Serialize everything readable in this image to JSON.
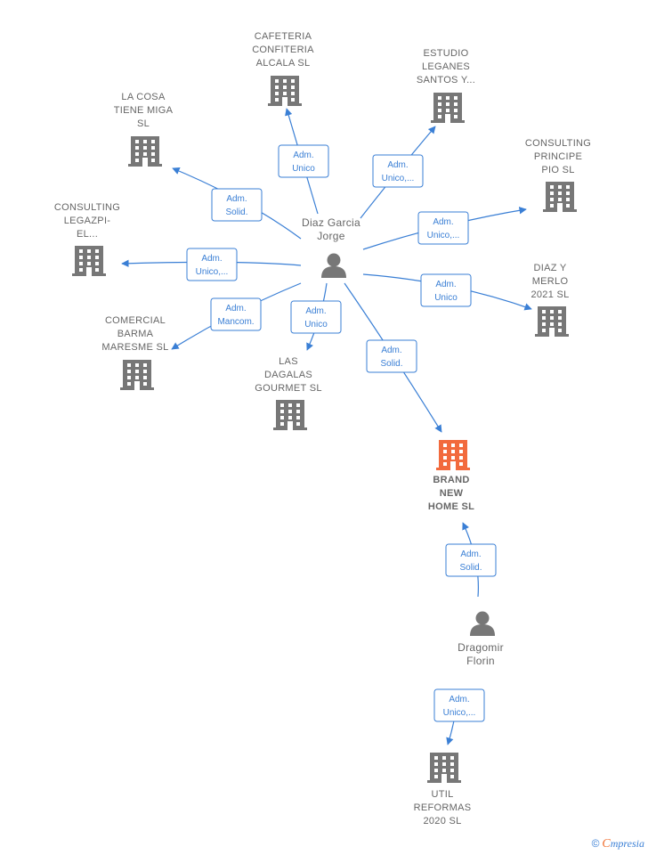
{
  "colors": {
    "edge": "#3a7fd5",
    "building": "#777777",
    "building_highlight": "#f26a3d",
    "person": "#777777",
    "text": "#666666"
  },
  "persons": [
    {
      "id": "p1",
      "lines": [
        "Diaz Garcia",
        "Jorge"
      ]
    },
    {
      "id": "p2",
      "lines": [
        "Dragomir",
        "Florin"
      ]
    }
  ],
  "companies": [
    {
      "id": "c_cafeteria",
      "lines": [
        "CAFETERIA",
        "CONFITERIA",
        "ALCALA SL"
      ]
    },
    {
      "id": "c_estudio",
      "lines": [
        "ESTUDIO",
        "LEGANES",
        "SANTOS Y..."
      ]
    },
    {
      "id": "c_lacosa",
      "lines": [
        "LA COSA",
        "TIENE MIGA",
        "SL"
      ]
    },
    {
      "id": "c_principe",
      "lines": [
        "CONSULTING",
        "PRINCIPE",
        "PIO  SL"
      ]
    },
    {
      "id": "c_legazpi",
      "lines": [
        "CONSULTING",
        "LEGAZPI-",
        "EL..."
      ]
    },
    {
      "id": "c_diaz",
      "lines": [
        "DIAZ Y",
        "MERLO",
        "2021  SL"
      ]
    },
    {
      "id": "c_barma",
      "lines": [
        "COMERCIAL",
        "BARMA",
        "MARESME  SL"
      ]
    },
    {
      "id": "c_dagalas",
      "lines": [
        "LAS",
        "DAGALAS",
        "GOURMET  SL"
      ]
    },
    {
      "id": "c_brand",
      "lines": [
        "BRAND",
        "NEW",
        "HOME  SL"
      ],
      "highlight": true
    },
    {
      "id": "c_util",
      "lines": [
        "UTIL",
        "REFORMAS",
        "2020  SL"
      ]
    }
  ],
  "edges": [
    {
      "id": "e_cafeteria",
      "lines": [
        "Adm.",
        "Unico"
      ]
    },
    {
      "id": "e_estudio",
      "lines": [
        "Adm.",
        "Unico,..."
      ]
    },
    {
      "id": "e_lacosa",
      "lines": [
        "Adm.",
        "Solid."
      ]
    },
    {
      "id": "e_principe",
      "lines": [
        "Adm.",
        "Unico,..."
      ]
    },
    {
      "id": "e_legazpi",
      "lines": [
        "Adm.",
        "Unico,..."
      ]
    },
    {
      "id": "e_diaz",
      "lines": [
        "Adm.",
        "Unico"
      ]
    },
    {
      "id": "e_barma",
      "lines": [
        "Adm.",
        "Mancom."
      ]
    },
    {
      "id": "e_dagalas",
      "lines": [
        "Adm.",
        "Unico"
      ]
    },
    {
      "id": "e_brand_p1",
      "lines": [
        "Adm.",
        "Solid."
      ]
    },
    {
      "id": "e_brand_p2",
      "lines": [
        "Adm.",
        "Solid."
      ]
    },
    {
      "id": "e_util",
      "lines": [
        "Adm.",
        "Unico,..."
      ]
    }
  ],
  "footer": {
    "copyright": "©",
    "brand_first": "C",
    "brand_rest": "mpresia"
  }
}
